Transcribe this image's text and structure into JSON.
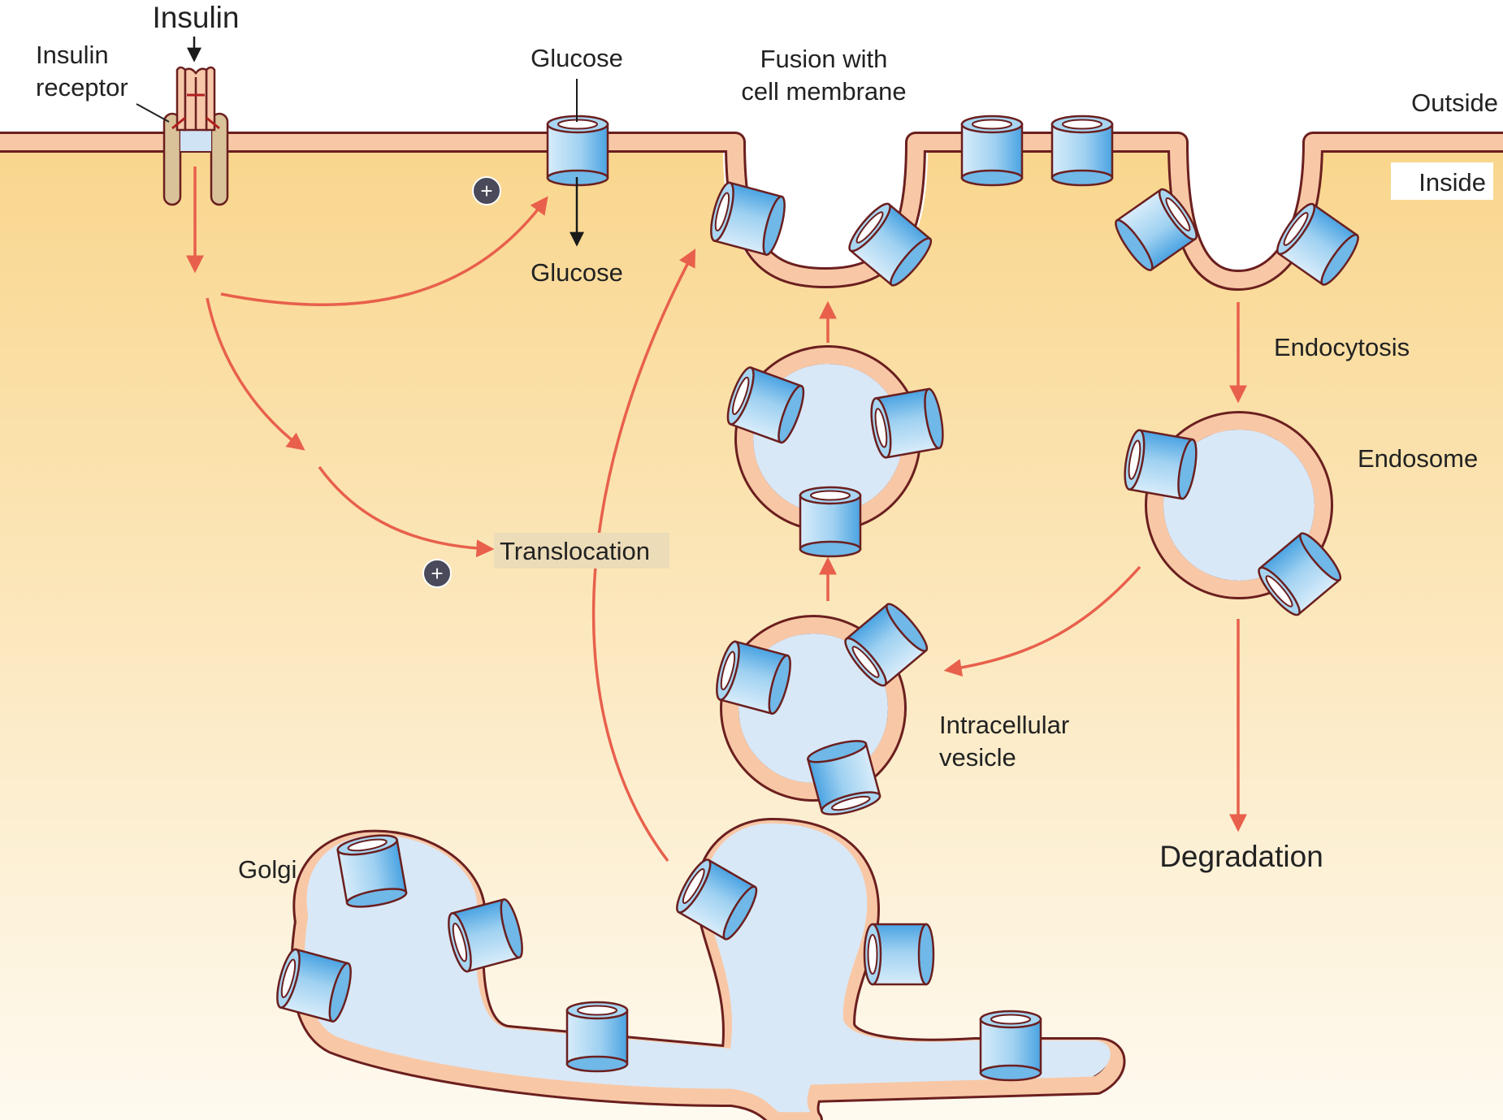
{
  "labels": {
    "insulin": "Insulin",
    "insulin_receptor_line1": "Insulin",
    "insulin_receptor_line2": "receptor",
    "glucose_outside": "Glucose",
    "glucose_inside": "Glucose",
    "fusion_line1": "Fusion with",
    "fusion_line2": "cell membrane",
    "outside": "Outside",
    "inside": "Inside",
    "endocytosis": "Endocytosis",
    "endosome": "Endosome",
    "translocation": "Translocation",
    "intracellular_line1": "Intracellular",
    "intracellular_line2": "vesicle",
    "golgi": "Golgi",
    "degradation": "Degradation"
  },
  "symbols": {
    "stimulation": "+"
  },
  "colors": {
    "cytoplasm_top": "#f9d68d",
    "cytoplasm_bottom": "#fefaf0",
    "membrane": "#f8c8a6",
    "membrane_outline": "#6b1f1f",
    "transporter": "#9cd2f0",
    "vesicle_lumen": "#d9e8f7",
    "arrow_red": "#e8604c",
    "arrow_black": "#1a1a1a",
    "plus_badge": "#4a4a5a"
  }
}
